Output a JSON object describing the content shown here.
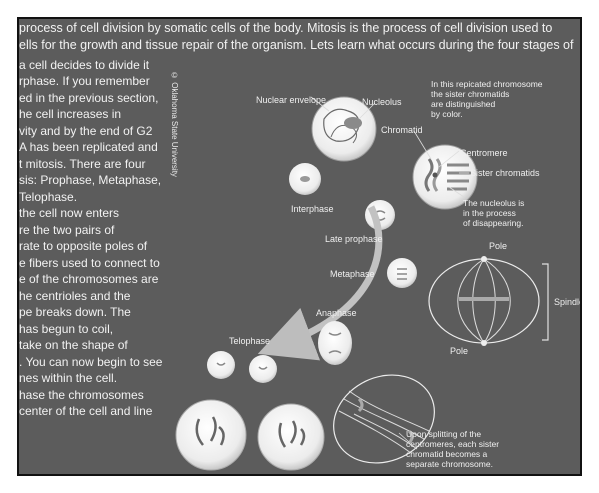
{
  "header_lines": [
    "process of cell division by somatic cells of the body. Mitosis is the process of cell division used to",
    "ells for the growth and tissue repair of the organism. Lets learn what occurs during the four stages of"
  ],
  "left_column_lines": [
    "a cell decides to divide it",
    "rphase. If you remember",
    "ed in the previous section,",
    "he cell increases in",
    "vity and by the end of G2",
    "A has been replicated and",
    "t mitosis. There are four",
    "sis: Prophase, Metaphase,",
    "Telophase.",
    "the cell now enters",
    "re the two pairs of",
    "rate to opposite poles of",
    "e fibers used to connect to",
    "e of the chromosomes are",
    "he centrioles and the",
    "pe breaks down. The",
    "has begun to coil,",
    "take on the shape of",
    ". You can now begin to see",
    "nes within the cell.",
    "hase the chromosomes",
    "center of the cell and line"
  ],
  "credit": "© Oklahoma State University",
  "labels": {
    "nuclear_envelope": "Nuclear envelope",
    "nucleolus": "Nucleolus",
    "chromosome_note": [
      "In this repicated chromosome",
      "the sister chromatids",
      "are distinguished",
      "by color."
    ],
    "chromatid": "Chromatid",
    "centromere": "Centromere",
    "sister_chromatids": "Sister chromatids",
    "nucleolus_note": [
      "The nucleolus is",
      "in the process",
      "of disappearing."
    ],
    "interphase": "Interphase",
    "late_prophase": "Late prophase",
    "metaphase": "Metaphase",
    "anaphase": "Anaphase",
    "telophase": "Telophase",
    "pole_top": "Pole",
    "pole_bottom": "Pole",
    "spindle": "Spindle",
    "splitting_note": [
      "Upon splitting of the",
      "centromeres, each sister",
      "chromatid becomes a",
      "separate chromosome."
    ]
  }
}
